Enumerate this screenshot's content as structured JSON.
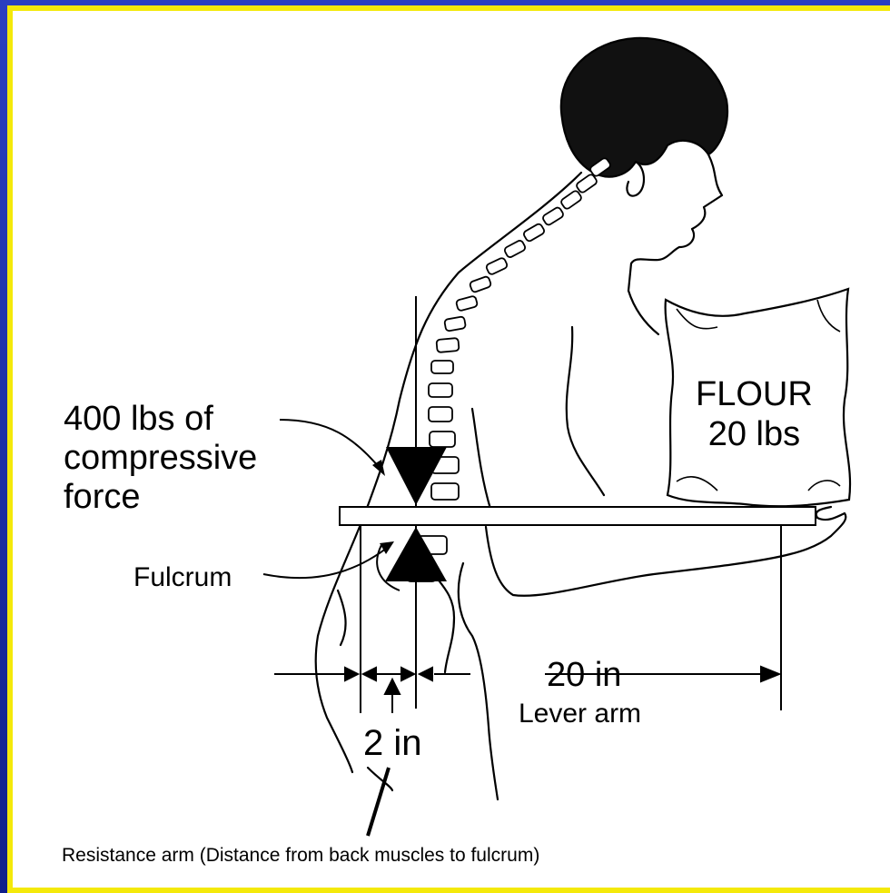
{
  "labels": {
    "compressive_force": [
      "400 lbs of",
      "compressive",
      "force"
    ],
    "fulcrum": "Fulcrum",
    "flour": [
      "FLOUR",
      "20 lbs"
    ],
    "lever_distance": "20 in",
    "lever_arm": "Lever arm",
    "resistance_distance": "2 in",
    "resistance_caption": "Resistance arm (Distance from back muscles to fulcrum)"
  },
  "colors": {
    "background": "#1c2fa8",
    "border": "#f4e90a",
    "panel": "#ffffff",
    "ink": "#000000"
  }
}
